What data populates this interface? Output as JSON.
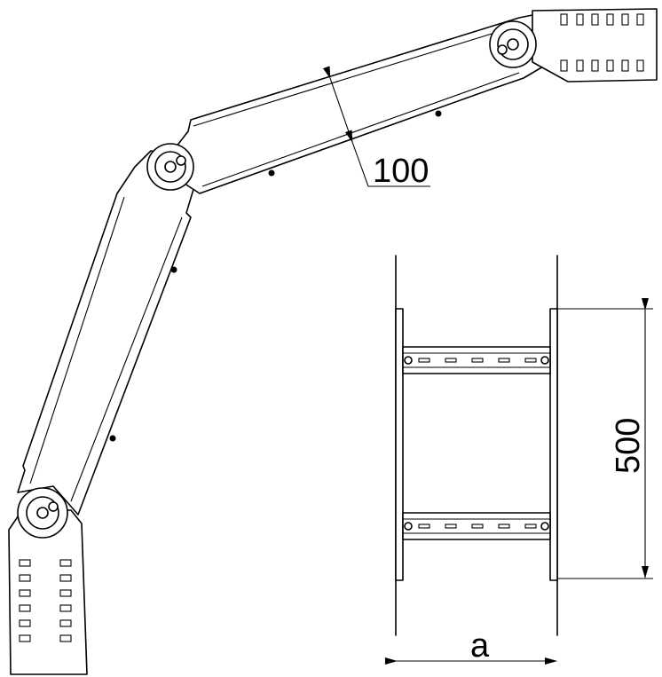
{
  "dimensions": {
    "width_label": "100",
    "length_label": "500",
    "gap_label": "a"
  }
}
